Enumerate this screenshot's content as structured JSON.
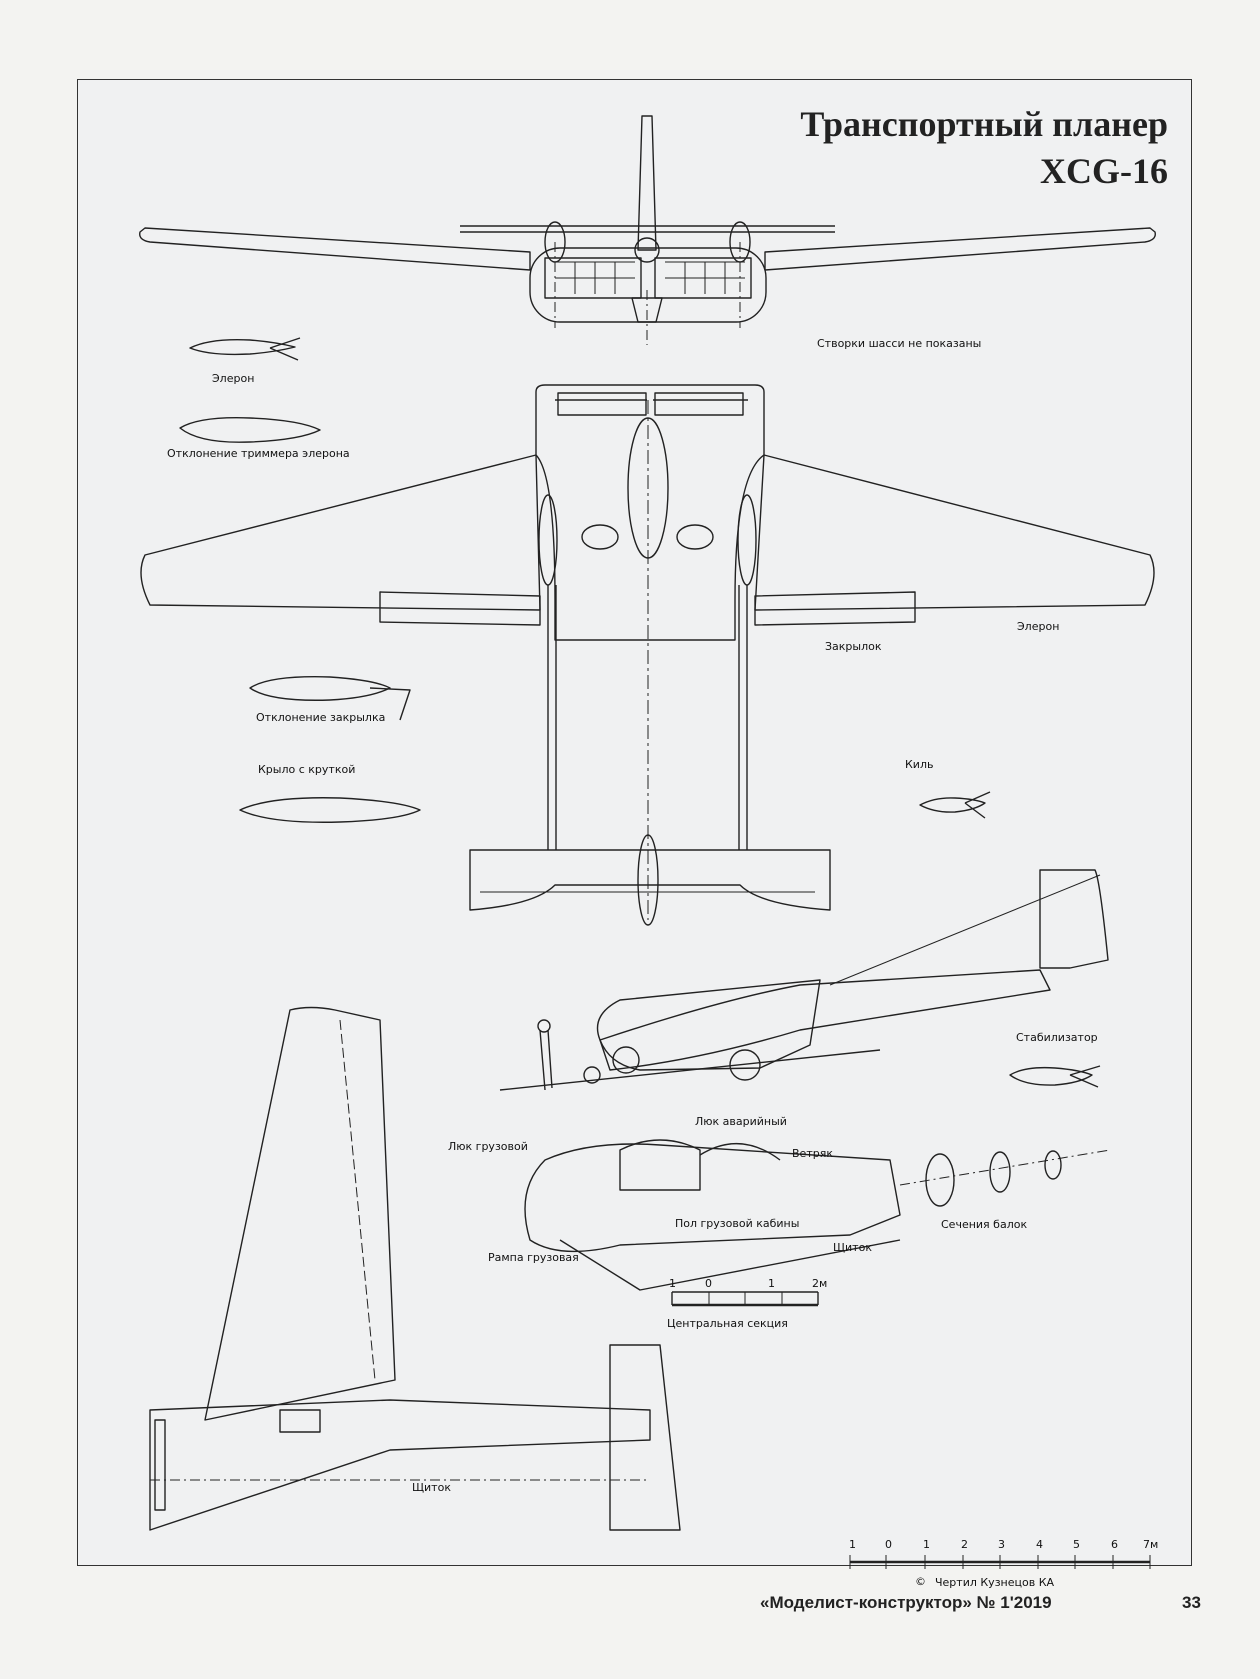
{
  "title": {
    "line1": "Транспортный планер",
    "line2": "XCG-16"
  },
  "labels": {
    "gear_doors": "Створки шасси не показаны",
    "aileron_left": "Элерон",
    "aileron_trim": "Отклонение триммера элерона",
    "aileron_right": "Элерон",
    "flap": "Закрылок",
    "flap_deflection": "Отклонение закрылка",
    "twisted_wing": "Крыло с круткой",
    "fin": "Киль",
    "stabilizer": "Стабилизатор",
    "cargo_hatch": "Люк грузовой",
    "emergency_hatch": "Люк аварийный",
    "windmill": "Ветряк",
    "cabin_floor": "Пол грузовой кабины",
    "cargo_ramp": "Рампа грузовая",
    "shield_side": "Щиток",
    "boom_sections": "Сечения балок",
    "center_section": "Центральная секция",
    "shield_bottom": "Щиток",
    "credit": "Чертил Кузнецов КА",
    "copyright": "©"
  },
  "scale_small": {
    "ticks": [
      "1",
      "0",
      "1",
      "2м"
    ]
  },
  "scale_large": {
    "ticks": [
      "1",
      "0",
      "1",
      "2",
      "3",
      "4",
      "5",
      "6",
      "7м"
    ]
  },
  "footer": {
    "journal": "«Моделист-конструктор» № 1'2019",
    "page": "33"
  }
}
